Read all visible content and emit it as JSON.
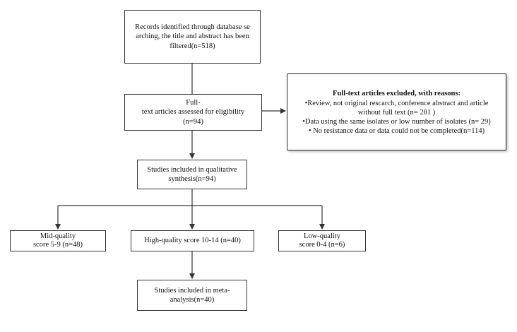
{
  "boxes": {
    "records": {
      "lines": [
        "Records identified through database se",
        "arching, the title and abstract has been",
        "filtered(n=518)"
      ]
    },
    "fulltext": {
      "lines": [
        "Full-",
        "text articles assessed for eligibility",
        "(n=94)"
      ]
    },
    "excluded": {
      "title": "Full-text articles excluded, with reasons:",
      "lines": [
        "•Review, not original rescarch, conference abstract and article",
        "without full text (n= 281 )",
        "•Data using the same isolates or low number of isolates (n= 29)",
        "• No resistance data or data could not be completed(n=114)"
      ]
    },
    "qualitative": {
      "lines": [
        "Studies included in qualitative",
        "synthesis(n=94)"
      ]
    },
    "mid": {
      "lines": [
        "Mid-quality",
        "score 5-9 (n=48)"
      ]
    },
    "high": {
      "lines": [
        "High-quality score 10-14 (n=40)"
      ]
    },
    "low": {
      "lines": [
        "Low-quality",
        "score 0-4 (n=6)"
      ]
    },
    "meta": {
      "lines": [
        "Studies included in meta-",
        "analysis(n=40)"
      ]
    }
  },
  "colors": {
    "line": "#333333",
    "border": "#333333"
  }
}
